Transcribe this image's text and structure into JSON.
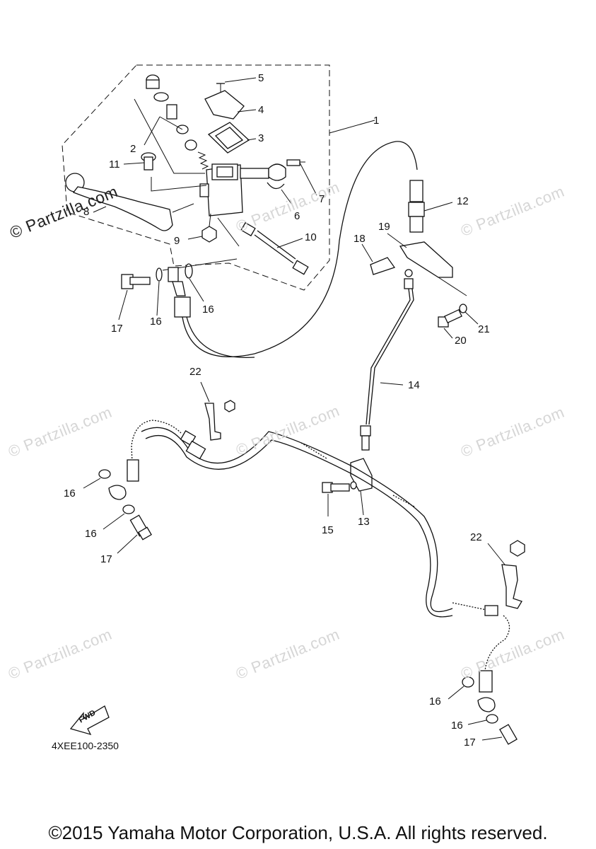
{
  "watermark": {
    "brand_text": "© Partzilla.com",
    "faint_text": "© Partzilla.com"
  },
  "callouts": {
    "c1": "1",
    "c2": "2",
    "c3": "3",
    "c4": "4",
    "c5": "5",
    "c6": "6",
    "c7": "7",
    "c8": "8",
    "c9": "9",
    "c10": "10",
    "c11": "11",
    "c12": "12",
    "c13": "13",
    "c14": "14",
    "c15": "15",
    "c16a": "16",
    "c16b": "16",
    "c16c": "16",
    "c16d": "16",
    "c16e": "16",
    "c16f": "16",
    "c17a": "17",
    "c17b": "17",
    "c17c": "17",
    "c18": "18",
    "c19": "19",
    "c20": "20",
    "c21": "21",
    "c22a": "22",
    "c22b": "22"
  },
  "fwd_label": "FWD",
  "diagram_code": "4XEE100-2350",
  "copyright": "©2015 Yamaha Motor Corporation, U.S.A. All rights reserved."
}
